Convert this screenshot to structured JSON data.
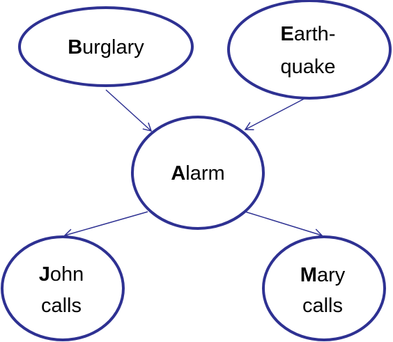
{
  "diagram": {
    "accent_color": "#2e3192",
    "nodes": {
      "burglary": {
        "initial": "B",
        "rest": "urglary"
      },
      "earthquake": {
        "initial": "E",
        "rest": "arth-",
        "line2": "quake"
      },
      "alarm": {
        "initial": "A",
        "rest": "larm"
      },
      "john": {
        "initial": "J",
        "rest": "ohn",
        "line2": "calls"
      },
      "mary": {
        "initial": "M",
        "rest": "ary",
        "line2": "calls"
      }
    },
    "edges": [
      {
        "from": "burglary",
        "to": "alarm"
      },
      {
        "from": "earthquake",
        "to": "alarm"
      },
      {
        "from": "alarm",
        "to": "john"
      },
      {
        "from": "alarm",
        "to": "mary"
      }
    ]
  }
}
